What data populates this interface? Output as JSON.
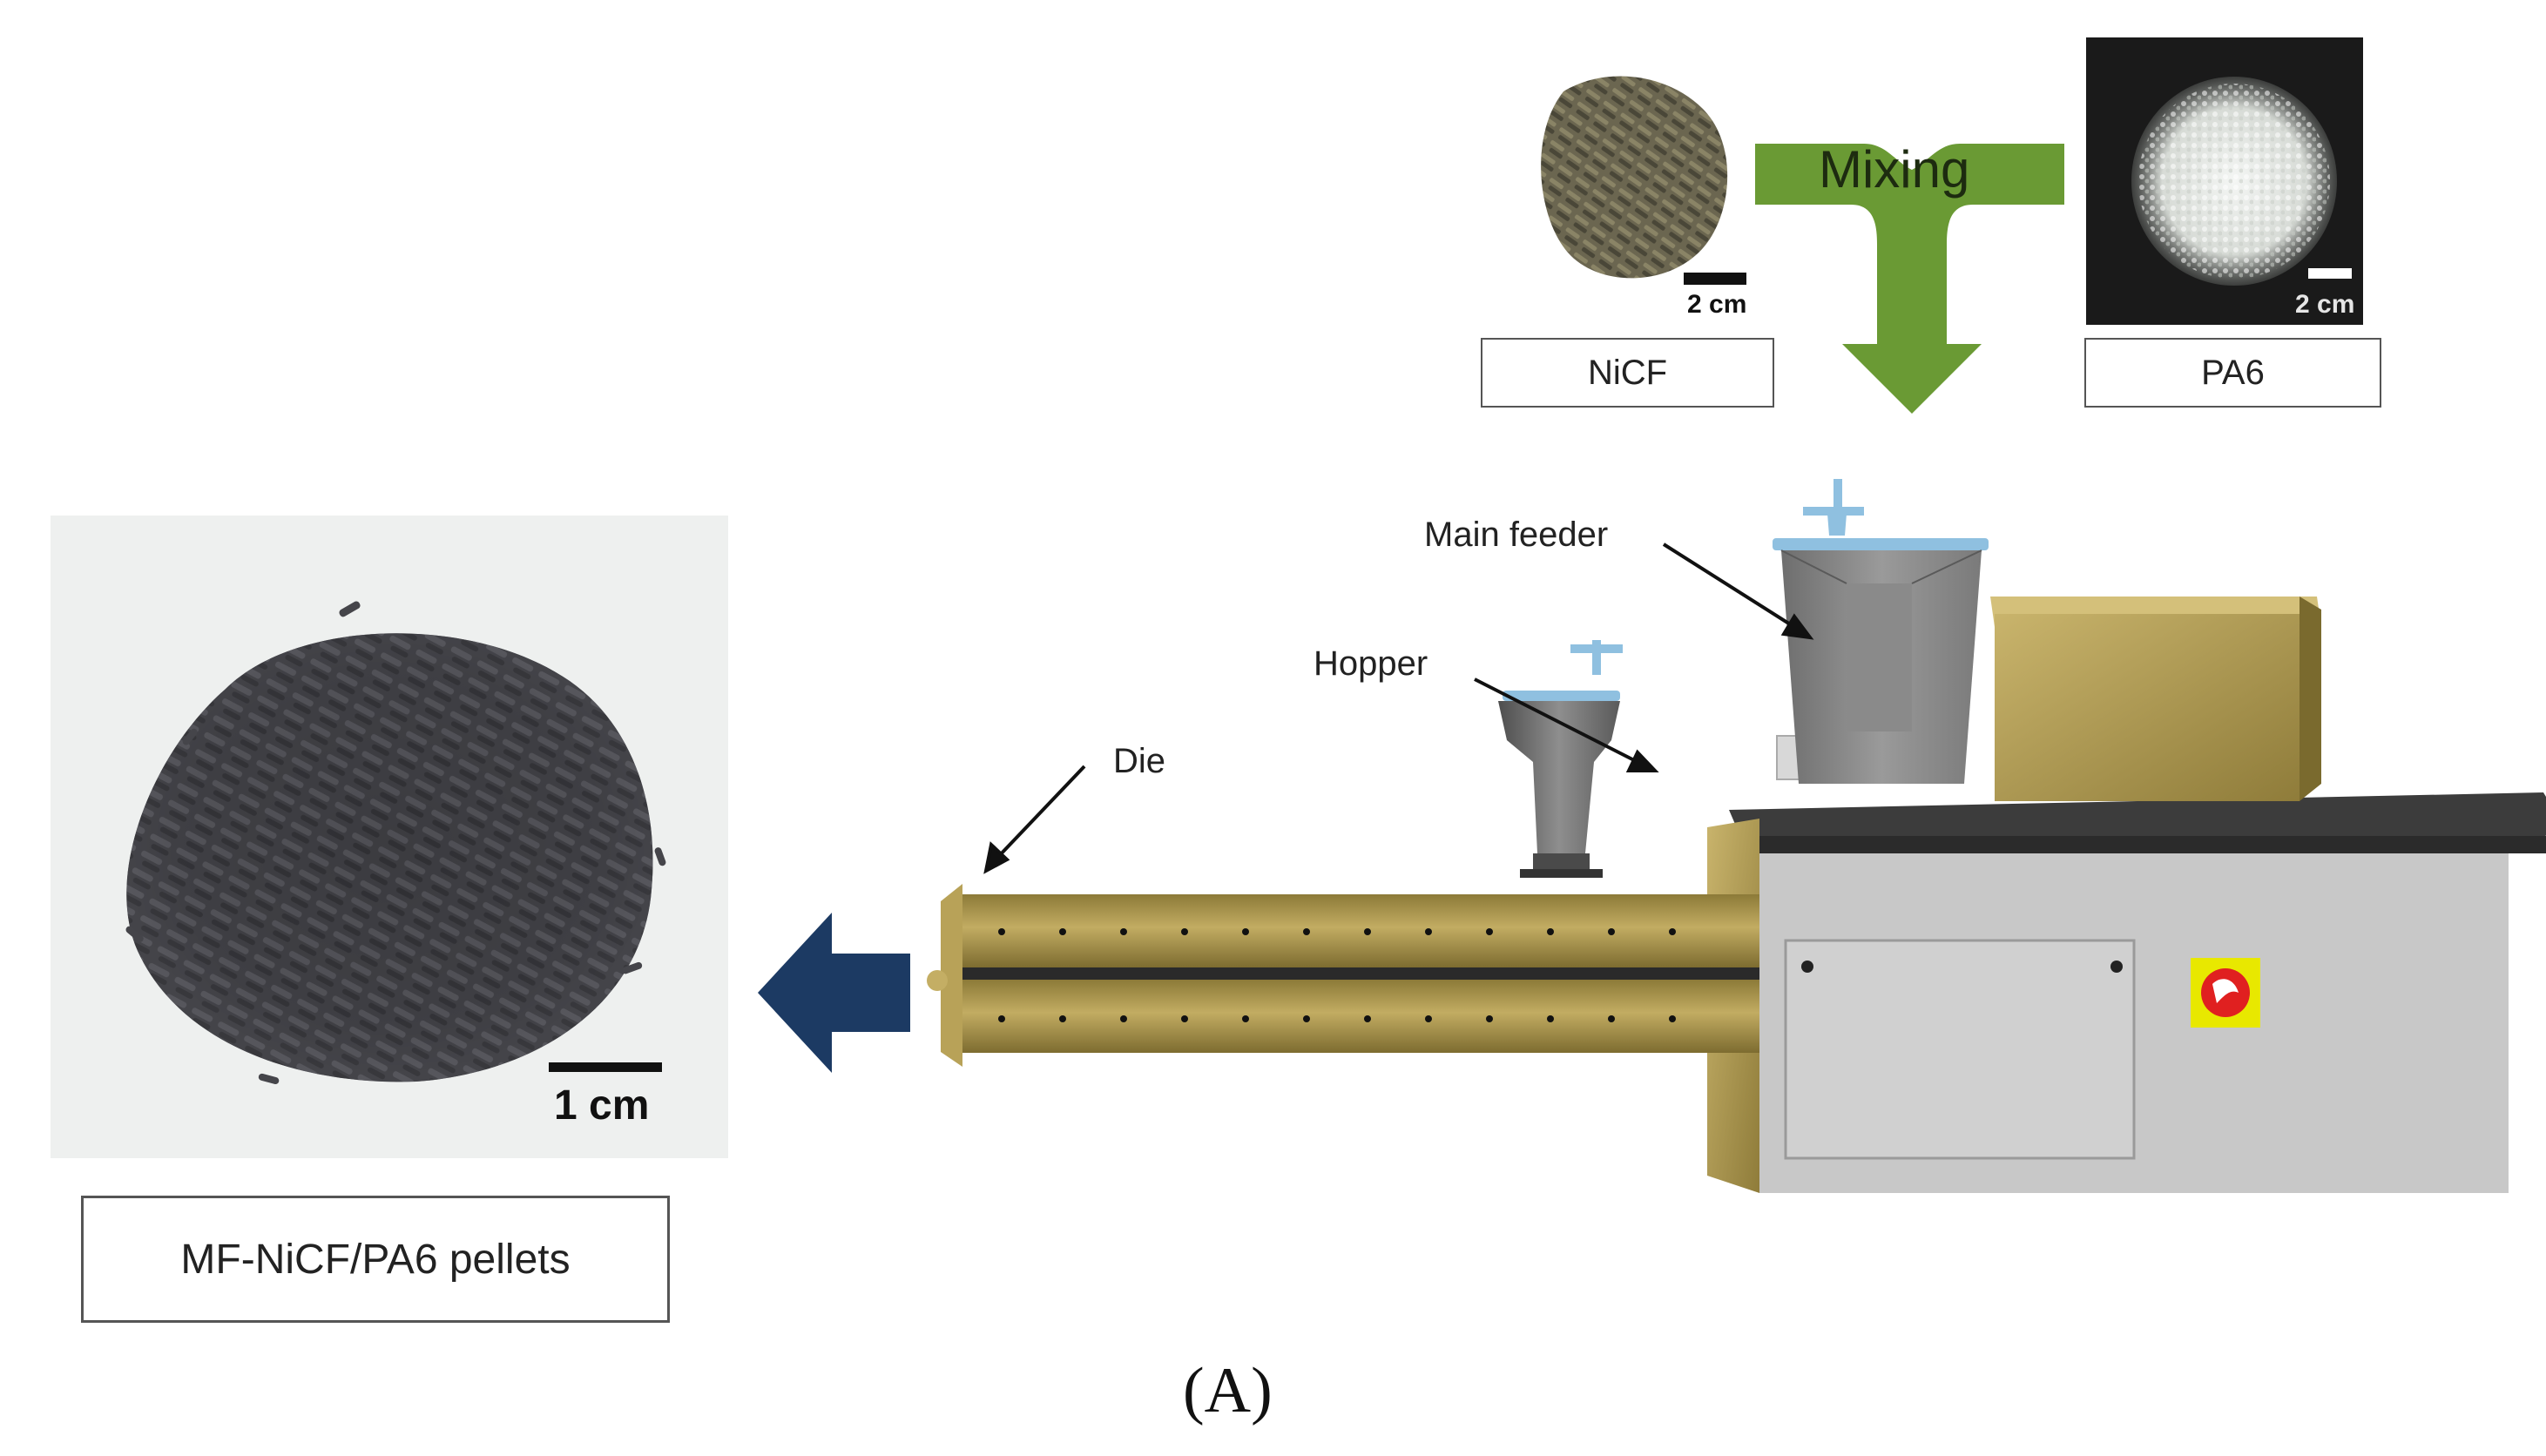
{
  "mixing": {
    "label": "Mixing",
    "arrow_color": "#6a9a34"
  },
  "nicf": {
    "label": "NiCF",
    "scale_label": "2 cm"
  },
  "pa6": {
    "label": "PA6",
    "scale_label": "2 cm"
  },
  "pellets": {
    "label": "MF-NiCF/PA6 pellets",
    "scale_label": "1 cm"
  },
  "extruder": {
    "main_feeder_label": "Main feeder",
    "hopper_label": "Hopper",
    "die_label": "Die",
    "barrel_color": "#a8924a",
    "body_color": "#c8c8c8",
    "output_arrow_color": "#1c3a63"
  },
  "figure": {
    "caption": "(A)"
  }
}
